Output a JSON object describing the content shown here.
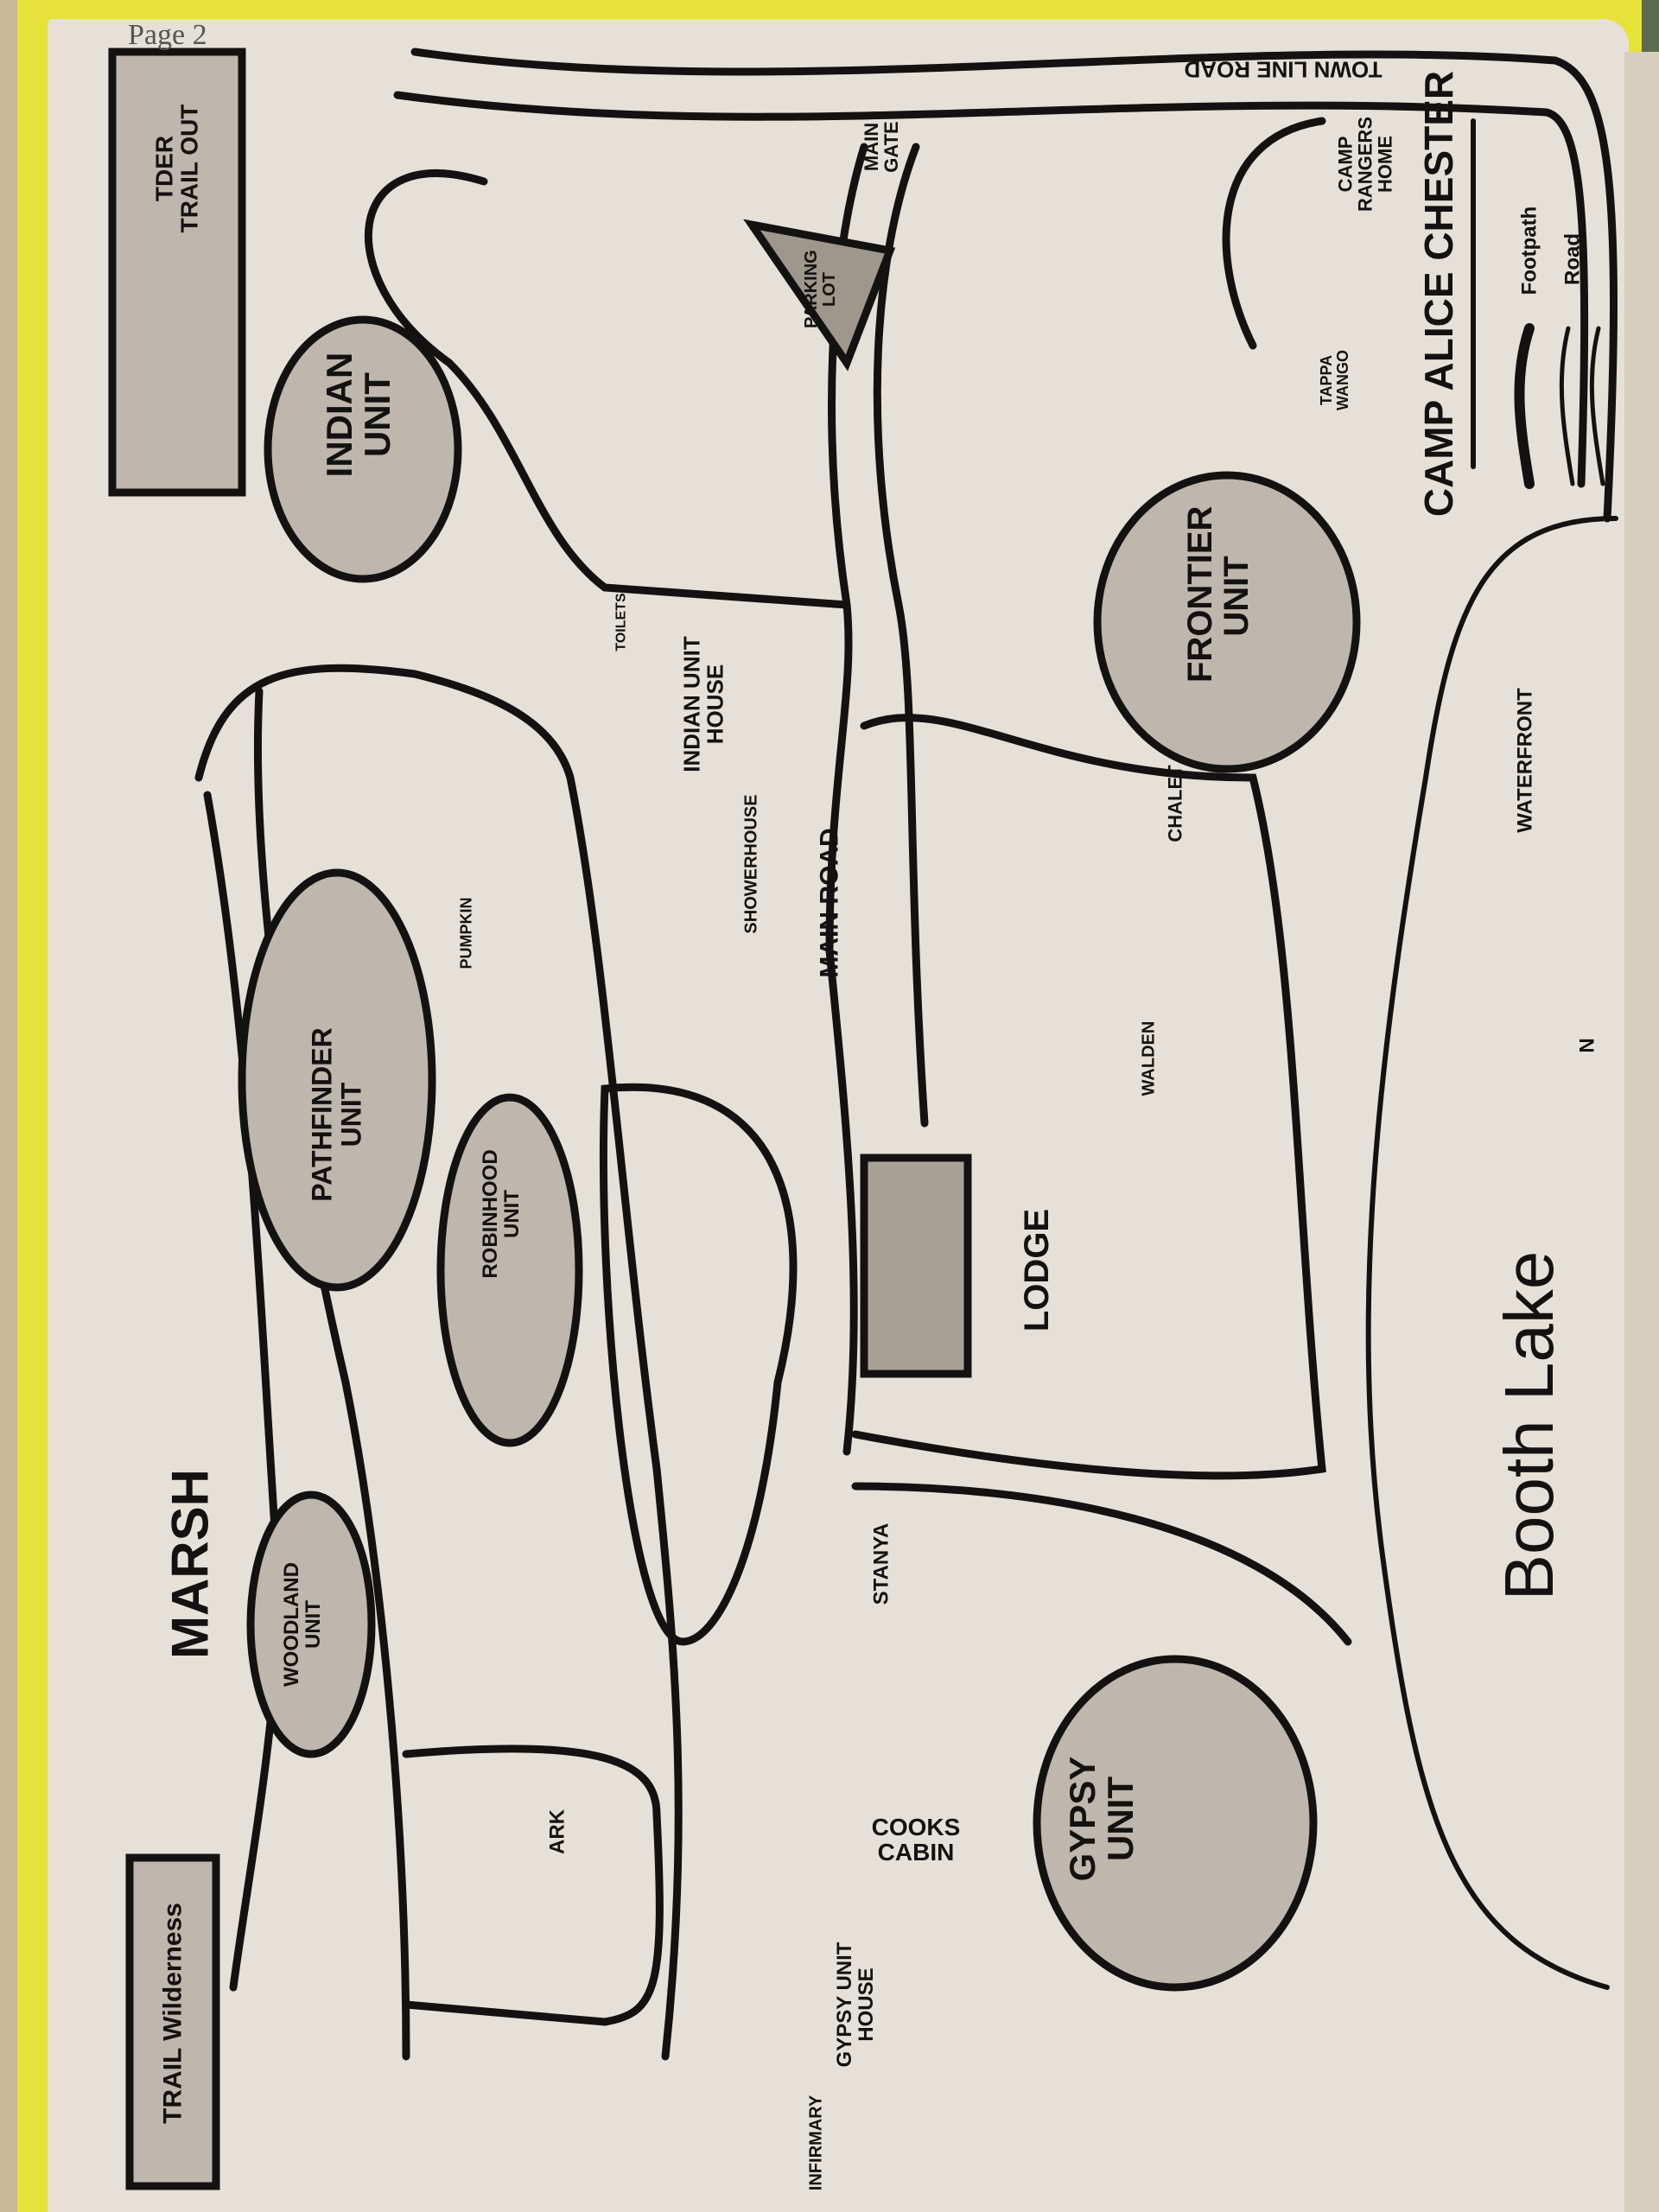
{
  "page_number": "Page 2",
  "title": "CAMP ALICE CHESTER",
  "legend": {
    "footpath": "Footpath",
    "road": "Road"
  },
  "labels": {
    "town_line_road": "TOWN LINE ROAD",
    "main_gate": "MAIN GATE",
    "parking_lot": "PARKING LOT",
    "rangers_home": "CAMP RANGERS HOME",
    "tappa_wango": "TAPPA WANGO",
    "trail_out": "TDER TRAIL OUT",
    "indian_unit": "INDIAN UNIT",
    "toilets": "TOILETS",
    "indian_unit_house": "INDIAN UNIT HOUSE",
    "showerhouse": "SHOWERHOUSE",
    "main_road": "MAIN ROAD",
    "frontier_unit": "FRONTIER UNIT",
    "waterfront": "WATERFRONT",
    "chalet": "CHALET",
    "walden": "WALDEN",
    "pumpkin": "PUMPKIN",
    "pathfinder_unit": "PATHFINDER UNIT",
    "robinhood_unit": "ROBINHOOD UNIT",
    "lodge": "LODGE",
    "marsh": "MARSH",
    "woodland_unit": "WOODLAND UNIT",
    "stanya": "STANYA",
    "gypsy_unit": "GYPSY UNIT",
    "booth_lake": "Booth Lake",
    "ark": "ARK",
    "cooks_cabin": "COOKS CABIN",
    "gypsy_unit_house": "GYPSY UNIT HOUSE",
    "infirmary": "INFIRMARY",
    "wilderness": "TRAIL Wilderness",
    "north": "N"
  },
  "colors": {
    "ink": "#141210",
    "paper": "#e6e1d8",
    "folder": "#e7e23a"
  }
}
